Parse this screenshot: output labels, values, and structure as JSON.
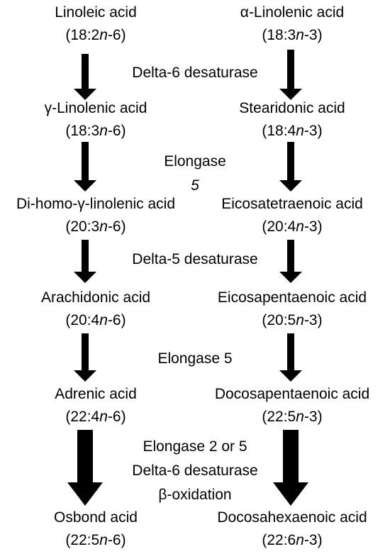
{
  "pathway": {
    "n6": [
      {
        "name": "Linoleic acid",
        "formula_prefix": "(18:2",
        "formula_italic": "n",
        "formula_suffix": "-6)"
      },
      {
        "name": "γ-Linolenic acid",
        "formula_prefix": "(18:3",
        "formula_italic": "n",
        "formula_suffix": "-6)"
      },
      {
        "name": "Di-homo-γ-linolenic acid",
        "formula_prefix": "(20:3",
        "formula_italic": "n",
        "formula_suffix": "-6)"
      },
      {
        "name": "Arachidonic acid",
        "formula_prefix": "(20:4",
        "formula_italic": "n",
        "formula_suffix": "-6)"
      },
      {
        "name": "Adrenic acid",
        "formula_prefix": "(22:4",
        "formula_italic": "n",
        "formula_suffix": "-6)"
      },
      {
        "name": "Osbond acid",
        "formula_prefix": "(22:5",
        "formula_italic": "n",
        "formula_suffix": "-6)"
      }
    ],
    "n3": [
      {
        "name": "α-Linolenic acid",
        "formula_prefix": "(18:3",
        "formula_italic": "n",
        "formula_suffix": "-3)"
      },
      {
        "name": "Stearidonic acid",
        "formula_prefix": "(18:4",
        "formula_italic": "n",
        "formula_suffix": "-3)"
      },
      {
        "name": "Eicosatetraenoic acid",
        "formula_prefix": "(20:4",
        "formula_italic": "n",
        "formula_suffix": "-3)"
      },
      {
        "name": "Eicosapentaenoic acid",
        "formula_prefix": "(20:5",
        "formula_italic": "n",
        "formula_suffix": "-3)"
      },
      {
        "name": "Docosapentaenoic acid",
        "formula_prefix": "(22:5",
        "formula_italic": "n",
        "formula_suffix": "-3)"
      },
      {
        "name": "Docosahexaenoic acid",
        "formula_prefix": "(22:6",
        "formula_italic": "n",
        "formula_suffix": "-3)"
      }
    ],
    "steps": [
      {
        "label": "Delta-6 desaturase"
      },
      {
        "label_prefix": "Elongase ",
        "label_italic": "5"
      },
      {
        "label": "Delta-5 desaturase"
      },
      {
        "label": "Elongase 5"
      },
      {
        "lines": [
          "Elongase 2 or 5",
          "Delta-6 desaturase",
          "β-oxidation"
        ]
      }
    ]
  },
  "colors": {
    "text": "#000000",
    "arrow": "#000000",
    "background": "#ffffff"
  }
}
